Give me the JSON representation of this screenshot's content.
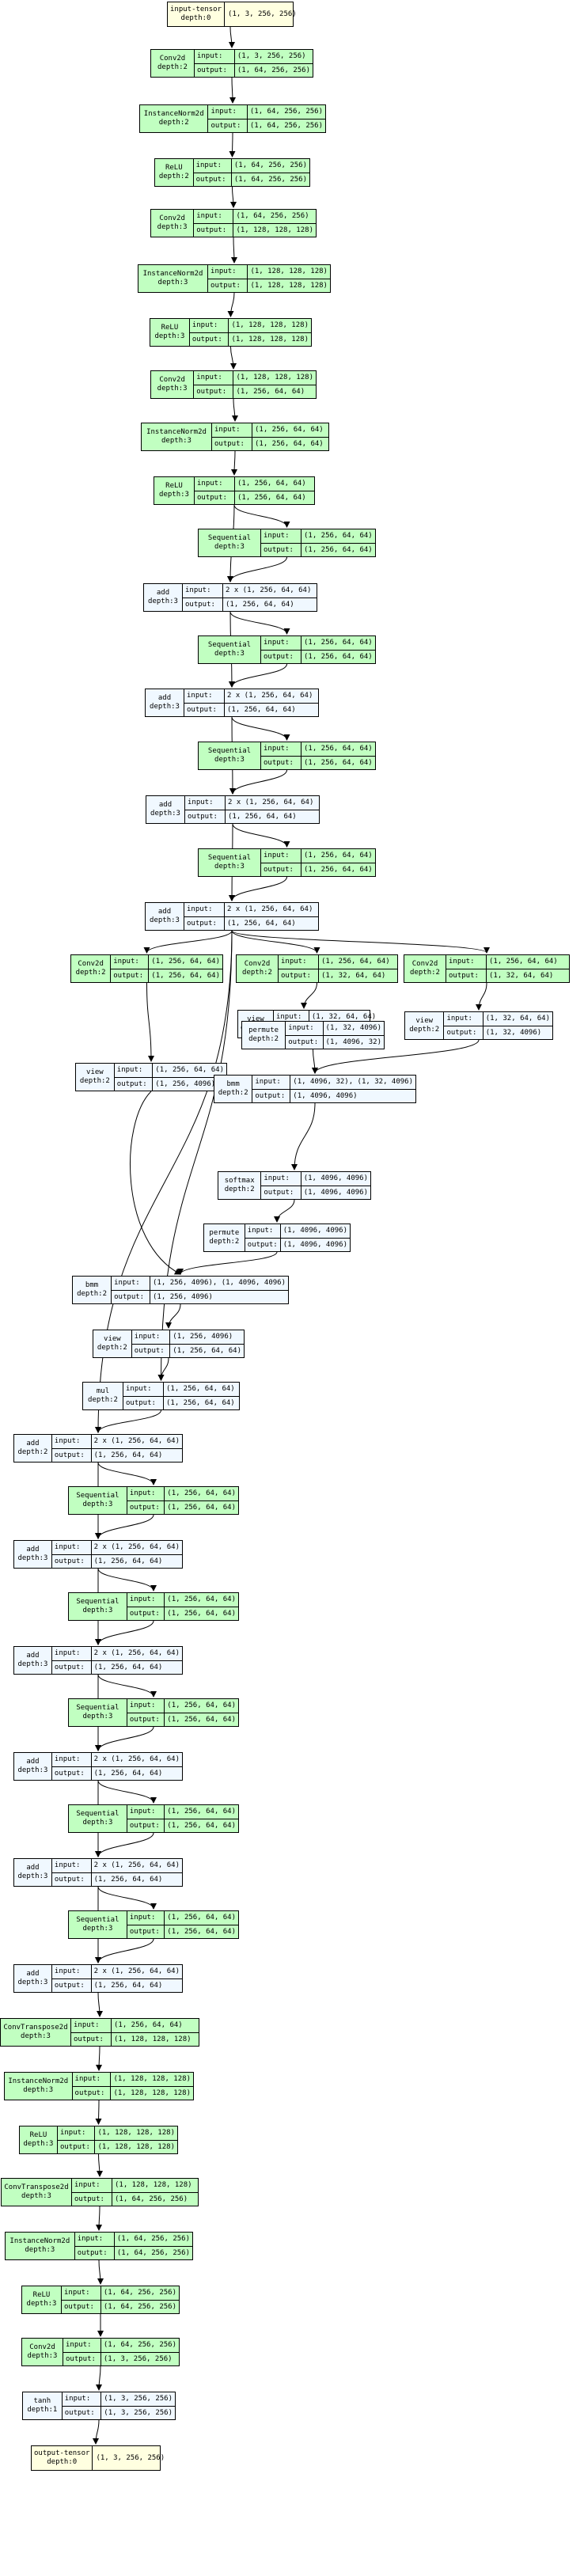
{
  "labels": {
    "input": "input:",
    "output": "output:"
  },
  "nodes": [
    {
      "key": "input_tensor",
      "kind": "ten",
      "name": "input-tensor\ndepth:0",
      "tval": "(1, 3, 256, 256)"
    },
    {
      "key": "conv2d_1",
      "kind": "mod",
      "name": "Conv2d\ndepth:2",
      "in": "(1, 3, 256, 256)",
      "out": "(1, 64, 256, 256)"
    },
    {
      "key": "instnorm_1",
      "kind": "mod",
      "name": "InstanceNorm2d\ndepth:2",
      "in": "(1, 64, 256, 256)",
      "out": "(1, 64, 256, 256)"
    },
    {
      "key": "relu_1",
      "kind": "mod",
      "name": "ReLU\ndepth:2",
      "in": "(1, 64, 256, 256)",
      "out": "(1, 64, 256, 256)"
    },
    {
      "key": "conv2d_2",
      "kind": "mod",
      "name": "Conv2d\ndepth:3",
      "in": "(1, 64, 256, 256)",
      "out": "(1, 128, 128, 128)"
    },
    {
      "key": "instnorm_2",
      "kind": "mod",
      "name": "InstanceNorm2d\ndepth:3",
      "in": "(1, 128, 128, 128)",
      "out": "(1, 128, 128, 128)"
    },
    {
      "key": "relu_2",
      "kind": "mod",
      "name": "ReLU\ndepth:3",
      "in": "(1, 128, 128, 128)",
      "out": "(1, 128, 128, 128)"
    },
    {
      "key": "conv2d_3",
      "kind": "mod",
      "name": "Conv2d\ndepth:3",
      "in": "(1, 128, 128, 128)",
      "out": "(1, 256, 64, 64)"
    },
    {
      "key": "instnorm_3",
      "kind": "mod",
      "name": "InstanceNorm2d\ndepth:3",
      "in": "(1, 256, 64, 64)",
      "out": "(1, 256, 64, 64)"
    },
    {
      "key": "relu_3",
      "kind": "mod",
      "name": "ReLU\ndepth:3",
      "in": "(1, 256, 64, 64)",
      "out": "(1, 256, 64, 64)"
    },
    {
      "key": "seq_1",
      "kind": "mod",
      "name": "Sequential\ndepth:3",
      "in": "(1, 256, 64, 64)",
      "out": "(1, 256, 64, 64)"
    },
    {
      "key": "add_1",
      "kind": "fn",
      "name": "add\ndepth:3",
      "in": "2 x (1, 256, 64, 64)",
      "out": "(1, 256, 64, 64)"
    },
    {
      "key": "seq_2",
      "kind": "mod",
      "name": "Sequential\ndepth:3",
      "in": "(1, 256, 64, 64)",
      "out": "(1, 256, 64, 64)"
    },
    {
      "key": "add_2",
      "kind": "fn",
      "name": "add\ndepth:3",
      "in": "2 x (1, 256, 64, 64)",
      "out": "(1, 256, 64, 64)"
    },
    {
      "key": "seq_3",
      "kind": "mod",
      "name": "Sequential\ndepth:3",
      "in": "(1, 256, 64, 64)",
      "out": "(1, 256, 64, 64)"
    },
    {
      "key": "add_3",
      "kind": "fn",
      "name": "add\ndepth:3",
      "in": "2 x (1, 256, 64, 64)",
      "out": "(1, 256, 64, 64)"
    },
    {
      "key": "seq_4",
      "kind": "mod",
      "name": "Sequential\ndepth:3",
      "in": "(1, 256, 64, 64)",
      "out": "(1, 256, 64, 64)"
    },
    {
      "key": "add_4",
      "kind": "fn",
      "name": "add\ndepth:3",
      "in": "2 x (1, 256, 64, 64)",
      "out": "(1, 256, 64, 64)"
    },
    {
      "key": "conv_a",
      "kind": "mod",
      "name": "Conv2d\ndepth:2",
      "in": "(1, 256, 64, 64)",
      "out": "(1, 256, 64, 64)"
    },
    {
      "key": "conv_b",
      "kind": "mod",
      "name": "Conv2d\ndepth:2",
      "in": "(1, 256, 64, 64)",
      "out": "(1, 32, 64, 64)"
    },
    {
      "key": "conv_c",
      "kind": "mod",
      "name": "Conv2d\ndepth:2",
      "in": "(1, 256, 64, 64)",
      "out": "(1, 32, 64, 64)"
    },
    {
      "key": "view_b",
      "kind": "fn",
      "name": "view\ndepth:2",
      "in": "(1, 32, 64, 64)",
      "out": "(1, 32, 4096)"
    },
    {
      "key": "view_c",
      "kind": "fn",
      "name": "view\ndepth:2",
      "in": "(1, 32, 64, 64)",
      "out": "(1, 32, 4096)"
    },
    {
      "key": "view_a",
      "kind": "fn",
      "name": "view\ndepth:2",
      "in": "(1, 256, 64, 64)",
      "out": "(1, 256, 4096)"
    },
    {
      "key": "permute_1",
      "kind": "fn",
      "name": "permute\ndepth:2",
      "in": "(1, 32, 4096)",
      "out": "(1, 4096, 32)"
    },
    {
      "key": "bmm_1",
      "kind": "fn",
      "name": "bmm\ndepth:2",
      "in": "(1, 4096, 32), (1, 32, 4096)",
      "out": "(1, 4096, 4096)"
    },
    {
      "key": "softmax",
      "kind": "fn",
      "name": "softmax\ndepth:2",
      "in": "(1, 4096, 4096)",
      "out": "(1, 4096, 4096)"
    },
    {
      "key": "permute_2",
      "kind": "fn",
      "name": "permute\ndepth:2",
      "in": "(1, 4096, 4096)",
      "out": "(1, 4096, 4096)"
    },
    {
      "key": "bmm_2",
      "kind": "fn",
      "name": "bmm\ndepth:2",
      "in": "(1, 256, 4096), (1, 4096, 4096)",
      "out": "(1, 256, 4096)"
    },
    {
      "key": "view_d",
      "kind": "fn",
      "name": "view\ndepth:2",
      "in": "(1, 256, 4096)",
      "out": "(1, 256, 64, 64)"
    },
    {
      "key": "mul",
      "kind": "fn",
      "name": "mul\ndepth:2",
      "in": "(1, 256, 64, 64)",
      "out": "(1, 256, 64, 64)"
    },
    {
      "key": "add_5",
      "kind": "fn",
      "name": "add\ndepth:2",
      "in": "2 x (1, 256, 64, 64)",
      "out": "(1, 256, 64, 64)"
    },
    {
      "key": "seq_5",
      "kind": "mod",
      "name": "Sequential\ndepth:3",
      "in": "(1, 256, 64, 64)",
      "out": "(1, 256, 64, 64)"
    },
    {
      "key": "add_6",
      "kind": "fn",
      "name": "add\ndepth:3",
      "in": "2 x (1, 256, 64, 64)",
      "out": "(1, 256, 64, 64)"
    },
    {
      "key": "seq_6",
      "kind": "mod",
      "name": "Sequential\ndepth:3",
      "in": "(1, 256, 64, 64)",
      "out": "(1, 256, 64, 64)"
    },
    {
      "key": "add_7",
      "kind": "fn",
      "name": "add\ndepth:3",
      "in": "2 x (1, 256, 64, 64)",
      "out": "(1, 256, 64, 64)"
    },
    {
      "key": "seq_7",
      "kind": "mod",
      "name": "Sequential\ndepth:3",
      "in": "(1, 256, 64, 64)",
      "out": "(1, 256, 64, 64)"
    },
    {
      "key": "add_8",
      "kind": "fn",
      "name": "add\ndepth:3",
      "in": "2 x (1, 256, 64, 64)",
      "out": "(1, 256, 64, 64)"
    },
    {
      "key": "seq_8",
      "kind": "mod",
      "name": "Sequential\ndepth:3",
      "in": "(1, 256, 64, 64)",
      "out": "(1, 256, 64, 64)"
    },
    {
      "key": "add_9",
      "kind": "fn",
      "name": "add\ndepth:3",
      "in": "2 x (1, 256, 64, 64)",
      "out": "(1, 256, 64, 64)"
    },
    {
      "key": "seq_9",
      "kind": "mod",
      "name": "Sequential\ndepth:3",
      "in": "(1, 256, 64, 64)",
      "out": "(1, 256, 64, 64)"
    },
    {
      "key": "add_10",
      "kind": "fn",
      "name": "add\ndepth:3",
      "in": "2 x (1, 256, 64, 64)",
      "out": "(1, 256, 64, 64)"
    },
    {
      "key": "convT_1",
      "kind": "mod",
      "name": "ConvTranspose2d\ndepth:3",
      "in": "(1, 256, 64, 64)",
      "out": "(1, 128, 128, 128)"
    },
    {
      "key": "instnorm_4",
      "kind": "mod",
      "name": "InstanceNorm2d\ndepth:3",
      "in": "(1, 128, 128, 128)",
      "out": "(1, 128, 128, 128)"
    },
    {
      "key": "relu_4",
      "kind": "mod",
      "name": "ReLU\ndepth:3",
      "in": "(1, 128, 128, 128)",
      "out": "(1, 128, 128, 128)"
    },
    {
      "key": "convT_2",
      "kind": "mod",
      "name": "ConvTranspose2d\ndepth:3",
      "in": "(1, 128, 128, 128)",
      "out": "(1, 64, 256, 256)"
    },
    {
      "key": "instnorm_5",
      "kind": "mod",
      "name": "InstanceNorm2d\ndepth:3",
      "in": "(1, 64, 256, 256)",
      "out": "(1, 64, 256, 256)"
    },
    {
      "key": "relu_5",
      "kind": "mod",
      "name": "ReLU\ndepth:3",
      "in": "(1, 64, 256, 256)",
      "out": "(1, 64, 256, 256)"
    },
    {
      "key": "conv2d_4",
      "kind": "mod",
      "name": "Conv2d\ndepth:3",
      "in": "(1, 64, 256, 256)",
      "out": "(1, 3, 256, 256)"
    },
    {
      "key": "tanh",
      "kind": "fn",
      "name": "tanh\ndepth:1",
      "in": "(1, 3, 256, 256)",
      "out": "(1, 3, 256, 256)"
    },
    {
      "key": "output_tensor",
      "kind": "ten",
      "name": "output-tensor\ndepth:0",
      "tval": "(1, 3, 256, 256)"
    }
  ],
  "edges": [
    [
      "input_tensor",
      "conv2d_1"
    ],
    [
      "conv2d_1",
      "instnorm_1"
    ],
    [
      "instnorm_1",
      "relu_1"
    ],
    [
      "relu_1",
      "conv2d_2"
    ],
    [
      "conv2d_2",
      "instnorm_2"
    ],
    [
      "instnorm_2",
      "relu_2"
    ],
    [
      "relu_2",
      "conv2d_3"
    ],
    [
      "conv2d_3",
      "instnorm_3"
    ],
    [
      "instnorm_3",
      "relu_3"
    ],
    [
      "relu_3",
      "seq_1"
    ],
    [
      "relu_3",
      "add_1"
    ],
    [
      "seq_1",
      "add_1"
    ],
    [
      "add_1",
      "seq_2"
    ],
    [
      "add_1",
      "add_2"
    ],
    [
      "seq_2",
      "add_2"
    ],
    [
      "add_2",
      "seq_3"
    ],
    [
      "add_2",
      "add_3"
    ],
    [
      "seq_3",
      "add_3"
    ],
    [
      "add_3",
      "seq_4"
    ],
    [
      "add_3",
      "add_4"
    ],
    [
      "seq_4",
      "add_4"
    ],
    [
      "add_4",
      "conv_a"
    ],
    [
      "add_4",
      "conv_b"
    ],
    [
      "add_4",
      "conv_c"
    ],
    [
      "add_4",
      "add_5"
    ],
    [
      "add_4",
      "mul"
    ],
    [
      "conv_a",
      "view_a"
    ],
    [
      "conv_b",
      "view_b"
    ],
    [
      "conv_c",
      "view_c"
    ],
    [
      "view_b",
      "permute_1"
    ],
    [
      "permute_1",
      "bmm_1"
    ],
    [
      "view_c",
      "bmm_1"
    ],
    [
      "bmm_1",
      "softmax"
    ],
    [
      "softmax",
      "permute_2"
    ],
    [
      "view_a",
      "bmm_2"
    ],
    [
      "permute_2",
      "bmm_2"
    ],
    [
      "bmm_2",
      "view_d"
    ],
    [
      "view_d",
      "mul"
    ],
    [
      "mul",
      "add_5"
    ],
    [
      "add_5",
      "seq_5"
    ],
    [
      "add_5",
      "add_6"
    ],
    [
      "seq_5",
      "add_6"
    ],
    [
      "add_6",
      "seq_6"
    ],
    [
      "add_6",
      "add_7"
    ],
    [
      "seq_6",
      "add_7"
    ],
    [
      "add_7",
      "seq_7"
    ],
    [
      "add_7",
      "add_8"
    ],
    [
      "seq_7",
      "add_8"
    ],
    [
      "add_8",
      "seq_8"
    ],
    [
      "add_8",
      "add_9"
    ],
    [
      "seq_8",
      "add_9"
    ],
    [
      "add_9",
      "seq_9"
    ],
    [
      "add_9",
      "add_10"
    ],
    [
      "seq_9",
      "add_10"
    ],
    [
      "add_10",
      "convT_1"
    ],
    [
      "convT_1",
      "instnorm_4"
    ],
    [
      "instnorm_4",
      "relu_4"
    ],
    [
      "relu_4",
      "convT_2"
    ],
    [
      "convT_2",
      "instnorm_5"
    ],
    [
      "instnorm_5",
      "relu_5"
    ],
    [
      "relu_5",
      "conv2d_4"
    ],
    [
      "conv2d_4",
      "tanh"
    ],
    [
      "tanh",
      "output_tensor"
    ]
  ]
}
